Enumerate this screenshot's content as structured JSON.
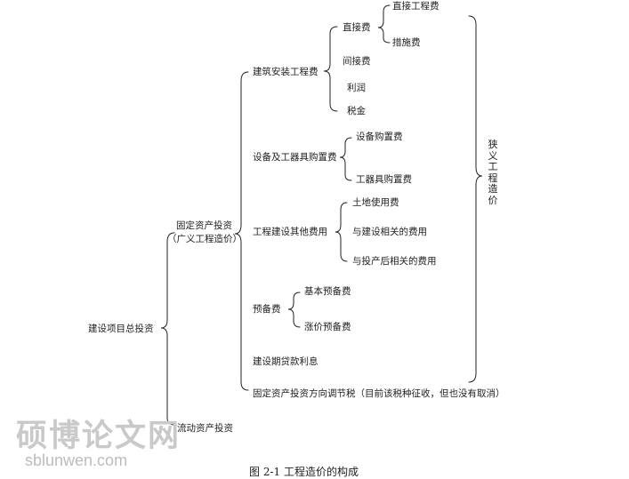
{
  "diagram": {
    "root": "建设项目总投资",
    "fixed": "固定资产投资",
    "fixed_sub": "（广义工程造价）",
    "construction": "建筑安装工程费",
    "direct": "直接费",
    "direct_eng": "直接工程费",
    "measure": "措施费",
    "indirect": "间接费",
    "profit": "利润",
    "tax": "税金",
    "equipment": "设备及工器具购置费",
    "equip_buy": "设备购置费",
    "tool_buy": "工器具购置费",
    "other": "工程建设其他费用",
    "land": "土地使用费",
    "build_rel": "与建设相关的费用",
    "prod_rel": "与投产后相关的费用",
    "reserve": "预备费",
    "basic_reserve": "基本预备费",
    "price_reserve": "涨价预备费",
    "interest": "建设期贷款利息",
    "adjust_tax": "固定资产投资方向调节税（目前该税种征收，但也没有取消）",
    "current": "流动资产投资",
    "narrow": "狭义工程造价"
  },
  "watermark": {
    "brand": "硕博论文网",
    "url": "sblunwen.com"
  },
  "caption": "图 2-1  工程造价的构成"
}
